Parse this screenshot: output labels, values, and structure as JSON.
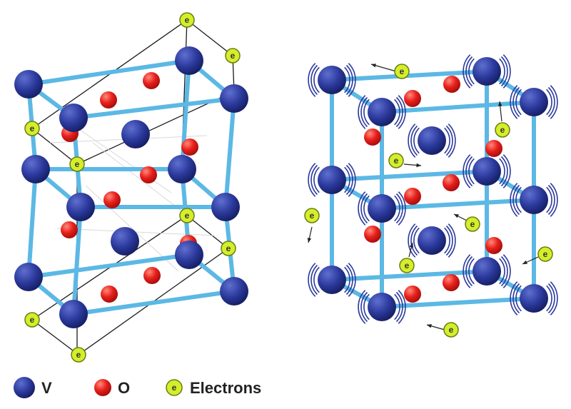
{
  "colors": {
    "vanadium": "#2b3a9c",
    "oxygen": "#e8201c",
    "bond": "#5cb8e4",
    "electron": "#d4ee2a",
    "unit_cell": "#1a1a1a",
    "vibration": "#2b3a9c"
  },
  "electron_symbol": "e",
  "legend": {
    "vanadium_label": "V",
    "oxygen_label": "O",
    "electrons_label": "Electrons"
  }
}
